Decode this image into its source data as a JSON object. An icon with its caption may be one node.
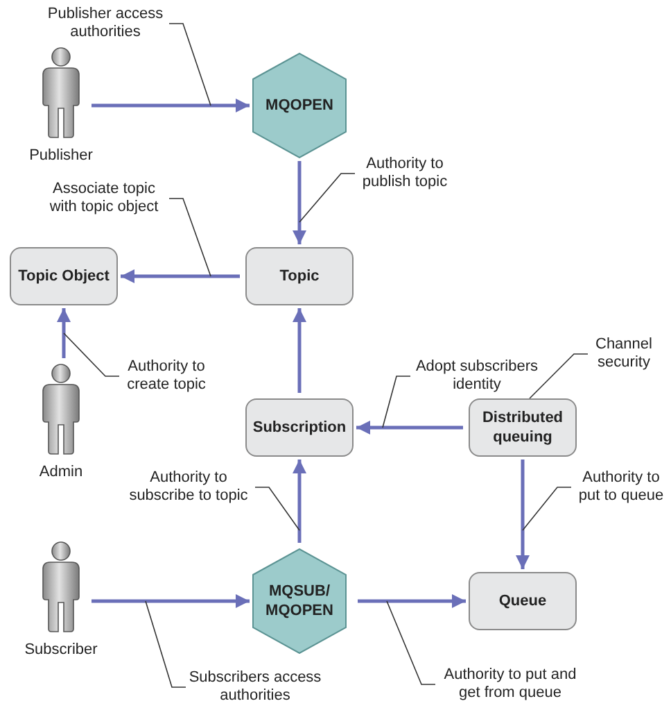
{
  "diagram": {
    "nodes": [
      {
        "text": [],
        "shape": "person",
        "beside": [
          "Publisher"
        ]
      },
      {
        "text": [
          "MQOPEN"
        ]
      },
      {
        "text": [
          "Topic"
        ]
      },
      {
        "text": [
          "Topic Object"
        ]
      },
      {
        "text": [],
        "shape": "person",
        "beside": [
          "Admin"
        ]
      },
      {
        "text": [
          "Subscription"
        ]
      },
      {
        "text": [
          "Distributed queuing"
        ]
      },
      {
        "text": [],
        "shape": "person",
        "beside": [
          "Subscriber"
        ]
      },
      {
        "text": [
          "MQSUB/ MQOPEN"
        ]
      },
      {
        "text": [
          "Queue"
        ]
      },
      {
        "text": [
          "Publisher access authorities"
        ]
      },
      {
        "text": [
          "Authority to publish topic"
        ]
      },
      {
        "text": [
          "Associate topic with topic object"
        ]
      },
      {
        "text": [
          "Authority to create topic"
        ]
      },
      {
        "text": [
          "Channel security"
        ]
      },
      {
        "text": [
          "Adopt subscribers identity"
        ]
      },
      {
        "text": [
          "Authority to subscribe to topic"
        ]
      },
      {
        "text": [
          "Authority to put to queue"
        ]
      },
      {
        "text": [
          "Subscribers access authorities"
        ]
      },
      {
        "text": [
          "Authority to put and get from queue"
        ]
      }
    ],
    "edges": [
      {
        "from": 0,
        "to": 1,
        "arrow": "to",
        "style": "thick",
        "color": "#6a6fb8"
      },
      {
        "from": 1,
        "to": 2,
        "arrow": "to",
        "style": "thick",
        "color": "#6a6fb8"
      },
      {
        "from": 2,
        "to": 3,
        "arrow": "to",
        "style": "thick",
        "color": "#6a6fb8"
      },
      {
        "from": 4,
        "to": 3,
        "arrow": "to",
        "style": "thick",
        "color": "#6a6fb8"
      },
      {
        "from": 5,
        "to": 2,
        "arrow": "to",
        "style": "thick",
        "color": "#6a6fb8"
      },
      {
        "from": 6,
        "to": 5,
        "arrow": "to",
        "style": "thick",
        "color": "#6a6fb8"
      },
      {
        "from": 6,
        "to": 9,
        "arrow": "to",
        "style": "thick",
        "color": "#6a6fb8"
      },
      {
        "from": 7,
        "to": 8,
        "arrow": "to",
        "style": "thick",
        "color": "#6a6fb8"
      },
      {
        "from": 8,
        "to": 5,
        "arrow": "to",
        "style": "thick",
        "color": "#6a6fb8"
      },
      {
        "from": 8,
        "to": 9,
        "arrow": "to",
        "style": "thick",
        "color": "#6a6fb8"
      },
      {
        "from": 10,
        "to": null,
        "arrow": "none",
        "color": "#333333"
      },
      {
        "from": 11,
        "to": null,
        "arrow": "none",
        "color": "#333333"
      },
      {
        "from": 12,
        "to": null,
        "arrow": "none",
        "color": "#333333"
      },
      {
        "from": 13,
        "to": null,
        "arrow": "none",
        "color": "#333333"
      },
      {
        "from": 14,
        "to": 6,
        "arrow": "none",
        "color": "#333333"
      },
      {
        "from": 15,
        "to": null,
        "arrow": "none",
        "color": "#333333"
      },
      {
        "from": 16,
        "to": null,
        "arrow": "none",
        "color": "#333333"
      },
      {
        "from": 17,
        "to": null,
        "arrow": "none",
        "color": "#333333"
      },
      {
        "from": 18,
        "to": null,
        "arrow": "none",
        "color": "#333333"
      },
      {
        "from": 19,
        "to": null,
        "arrow": "none",
        "color": "#333333"
      }
    ]
  }
}
